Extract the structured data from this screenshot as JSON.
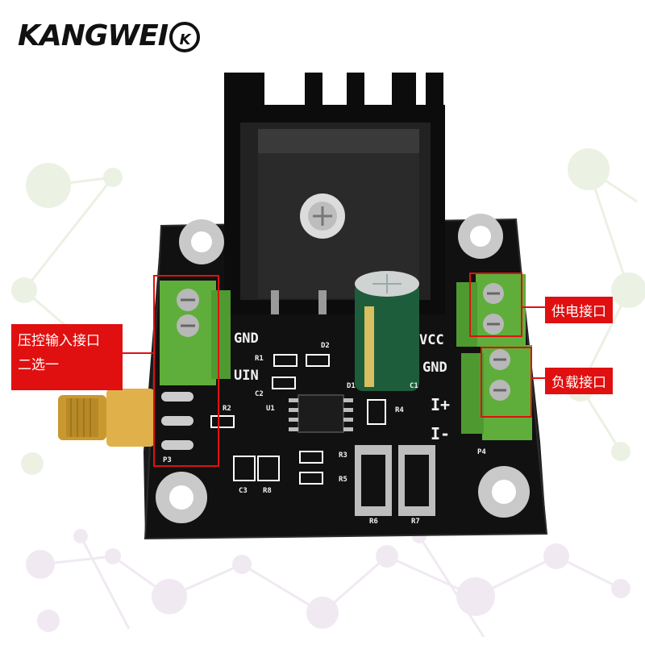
{
  "brand": {
    "name": "KANGWEI",
    "badge": "K"
  },
  "board_silkscreen": {
    "gnd_left": "GND",
    "uin": "UIN",
    "vcc": "VCC",
    "gnd_right": "GND",
    "i_plus": "I+",
    "i_minus": "I-",
    "refs": [
      "R1",
      "D2",
      "C2",
      "R2",
      "U1",
      "C1",
      "R4",
      "R3",
      "R5",
      "C3",
      "R8",
      "R6",
      "R7",
      "P3",
      "P4",
      "D1"
    ]
  },
  "callouts": {
    "voltage_input_line1": "压控输入接口",
    "voltage_input_line2": "二选一",
    "power_interface": "供电接口",
    "load_interface": "负载接口"
  },
  "colors": {
    "callout_red": "#e01010",
    "pcb_black": "#111111",
    "terminal_green": "#5fae3b",
    "gold": "#d4a13a"
  }
}
